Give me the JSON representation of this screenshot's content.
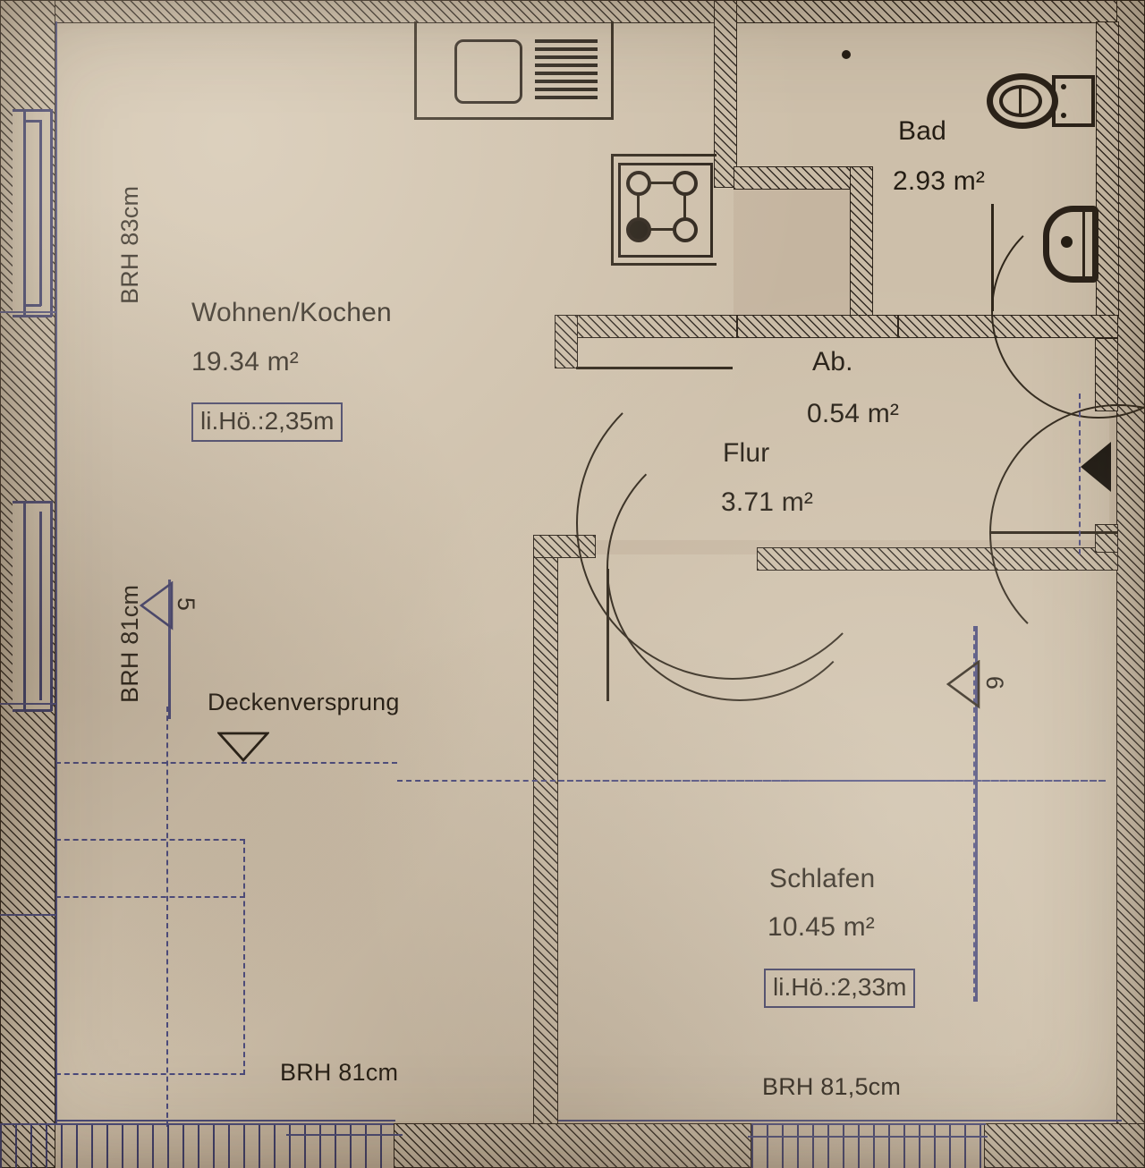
{
  "document": {
    "type": "architectural-floor-plan",
    "style": "scanned-blueprint",
    "background_color": "#c5b5a0",
    "ink_color": "#241d14",
    "blue_ink_color": "#3c3c6a"
  },
  "rooms": [
    {
      "id": "wohnen-kochen",
      "name": "Wohnen/Kochen",
      "area": "19.34 m²",
      "height_note": "li.Hö.:2,35m",
      "has_height_box": true
    },
    {
      "id": "bad",
      "name": "Bad",
      "area": "2.93 m²",
      "height_note": "",
      "has_height_box": false
    },
    {
      "id": "ab",
      "name": "Ab.",
      "area": "0.54 m²",
      "height_note": "",
      "has_height_box": false
    },
    {
      "id": "flur",
      "name": "Flur",
      "area": "3.71 m²",
      "height_note": "",
      "has_height_box": false
    },
    {
      "id": "schlafen",
      "name": "Schlafen",
      "area": "10.45 m²",
      "height_note": "li.Hö.:2,33m",
      "has_height_box": true
    }
  ],
  "annotations": {
    "brh_left_upper": "BRH 83cm",
    "brh_left_lower": "BRH 81cm",
    "brh_bottom_left": "BRH 81cm",
    "brh_bottom_right": "BRH 81,5cm",
    "ceiling_offset": "Deckenversprung"
  },
  "markers": [
    {
      "id": "window-marker-5",
      "number": "5"
    },
    {
      "id": "window-marker-6",
      "number": "6"
    }
  ],
  "fixtures": [
    {
      "id": "kitchen-sink",
      "label": "sink-icon"
    },
    {
      "id": "kitchen-drainboard",
      "label": "drainboard-icon"
    },
    {
      "id": "cooktop",
      "label": "stove-icon"
    },
    {
      "id": "toilet",
      "label": "toilet-icon"
    },
    {
      "id": "washbasin",
      "label": "washbasin-icon"
    }
  ]
}
